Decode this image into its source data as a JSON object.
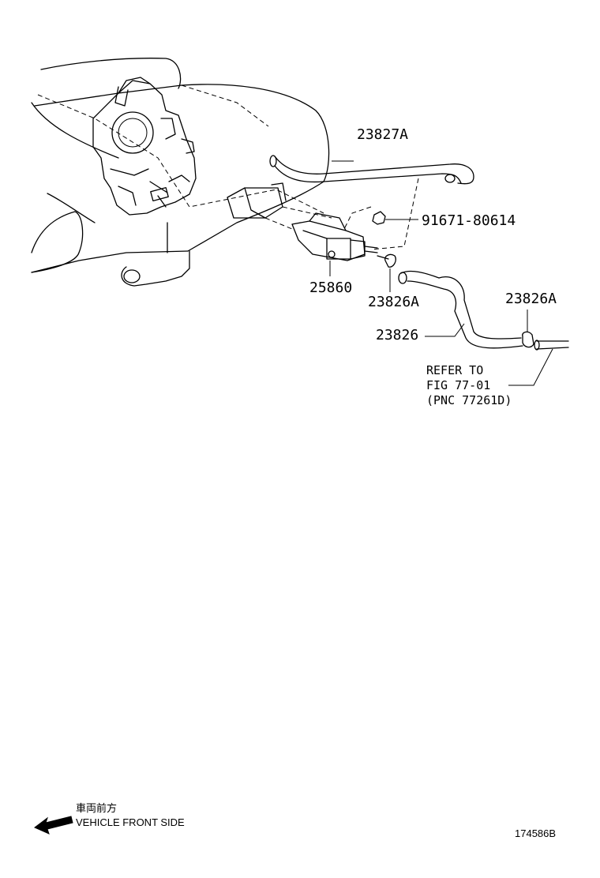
{
  "parts": {
    "p23827A": "23827A",
    "p91671": "91671-80614",
    "p25860": "25860",
    "p23826A_left": "23826A",
    "p23826A_right": "23826A",
    "p23826": "23826"
  },
  "refer_note": {
    "line1": "REFER TO",
    "line2": "FIG  77-01",
    "line3": "(PNC 77261D)"
  },
  "footer": {
    "direction_jp": "車両前方",
    "direction_en": "VEHICLE FRONT SIDE",
    "diagram_id": "174586B"
  }
}
